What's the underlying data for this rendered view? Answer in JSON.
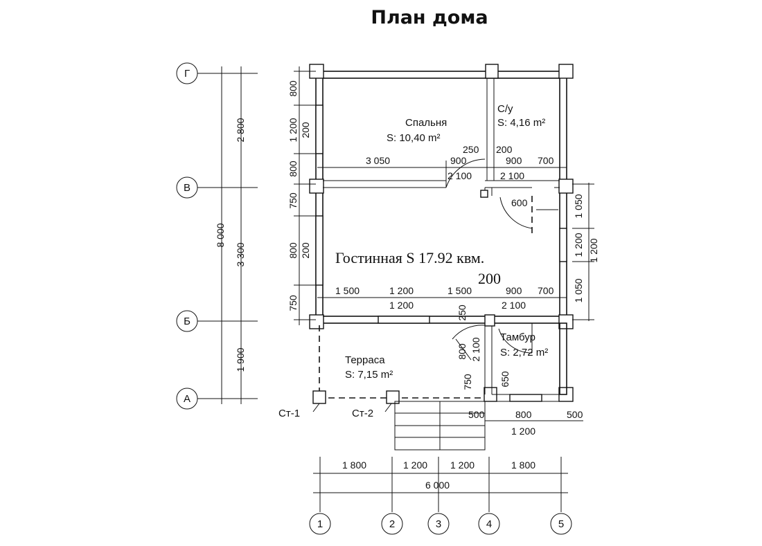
{
  "title": "План дома",
  "rooms": {
    "bedroom": {
      "name": "Спальня",
      "area": "S: 10,40 m²"
    },
    "wc": {
      "name": "С/у",
      "area": "S: 4,16 m²"
    },
    "living": {
      "name": "Гостинная S 17.92 квм.",
      "extra": "200"
    },
    "terrace": {
      "name": "Терраса",
      "area": "S: 7,15 m²"
    },
    "vestibule": {
      "name": "Тамбур",
      "area": "S: 2,72 m²"
    }
  },
  "axes": {
    "rows": [
      "Г",
      "В",
      "Б",
      "А"
    ],
    "cols": [
      "1",
      "2",
      "3",
      "4",
      "5"
    ]
  },
  "columns": {
    "c1": "Ст-1",
    "c2": "Ст-2"
  },
  "dims": {
    "left_outer": {
      "total": "8 000",
      "top": "2 800",
      "mid": "3 300",
      "bot": "1 900"
    },
    "left_inner": [
      "800",
      "1 200",
      "800",
      "750",
      "800",
      "750"
    ],
    "left_window": [
      "200",
      "200"
    ],
    "right": [
      "1 050",
      "1 200",
      "1 050",
      "1 200"
    ],
    "door_top": {
      "w250": "250",
      "w200": "200",
      "w600": "600",
      "h2100a": "2 100",
      "h2100b": "2 100"
    },
    "row1": [
      "3 050",
      "900",
      "900",
      "700"
    ],
    "row2": [
      "1 500",
      "1 200",
      "1 500",
      "900",
      "700"
    ],
    "row2_sub": [
      "1 200",
      "2 100"
    ],
    "door_vest": {
      "w250": "250",
      "w800": "800",
      "h2100": "2 100",
      "w750": "750",
      "w650": "650"
    },
    "bottom_near": [
      "500",
      "800",
      "500",
      "1 200"
    ],
    "bottom": [
      "1 800",
      "1 200",
      "1 200",
      "1 800"
    ],
    "bottom_total": "6 000"
  }
}
